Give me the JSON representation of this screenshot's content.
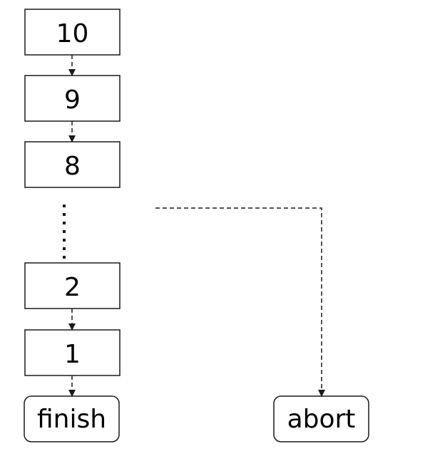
{
  "nodes": {
    "n10": "10",
    "n9": "9",
    "n8": "8",
    "n2": "2",
    "n1": "1",
    "finish": "finish",
    "abort": "abort"
  }
}
